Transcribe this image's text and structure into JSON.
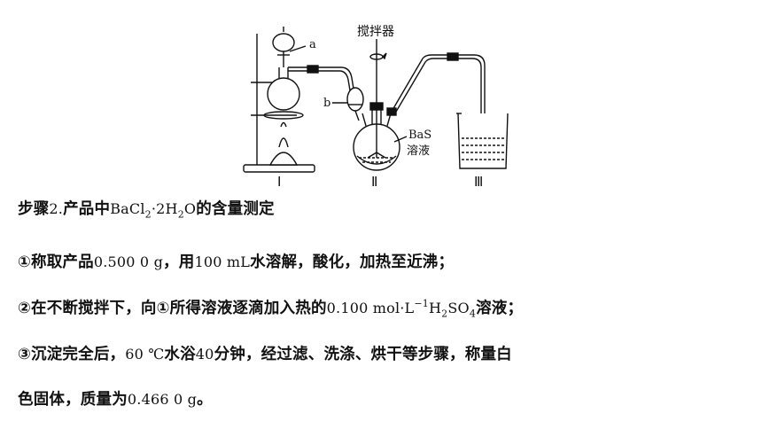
{
  "figure": {
    "label_stirrer": "搅拌器",
    "label_a": "a",
    "label_b": "b",
    "label_reagent_1": "BaS",
    "label_reagent_2": "溶液",
    "label_I": "Ⅰ",
    "label_II": "Ⅱ",
    "label_III": "Ⅲ"
  },
  "step2": {
    "prefix": "步骤",
    "num": "2.",
    "mid": "产品中",
    "formula_a": "BaCl",
    "sub2": "2",
    "formula_b": "·2H",
    "sub2b": "2",
    "formula_c": "O",
    "suffix": "的含量测定"
  },
  "item1": {
    "mark": "①",
    "t1": "称取产品",
    "n1": "0.500 0 g",
    "t2": "，用",
    "n2": "100 mL",
    "t3": "水溶解，酸化，加热至近沸；"
  },
  "item2": {
    "mark": "②",
    "t1": "在不断搅拌下，向①所得溶液逐滴加入热的",
    "n1": "0.100 mol·L",
    "sup": "−1",
    "n2": "H",
    "sub_h": "2",
    "n3": "SO",
    "sub_o": "4",
    "t2": "溶液；"
  },
  "item3": {
    "mark": "③",
    "t1": "沉淀完全后，",
    "n1": "60 ℃",
    "t2": "水浴",
    "n2": "40",
    "t3": "分钟，经过滤、洗涤、烘干等步骤，称量白"
  },
  "item3_cont": {
    "t1": "色固体，质量为",
    "n1": "0.466 0 g",
    "t2": "。"
  }
}
